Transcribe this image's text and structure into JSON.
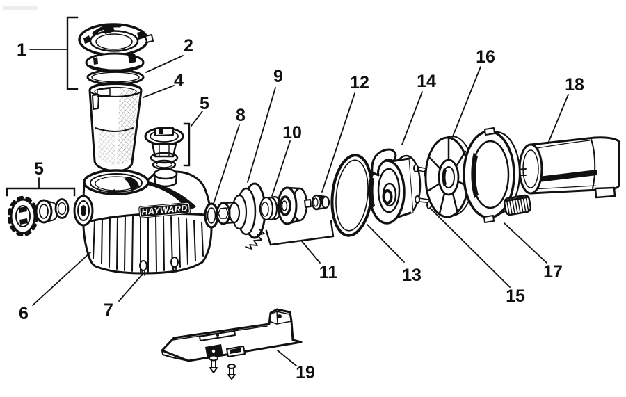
{
  "figure": {
    "type": "exploded-parts-diagram",
    "brand_label": "HAYWARD",
    "background_color": "#ffffff",
    "line_color": "#111111",
    "label_color": "#111111"
  },
  "callouts": [
    {
      "number": "1",
      "target": "strainer-cover-lock-ring-assembly"
    },
    {
      "number": "2",
      "target": "cover-o-ring"
    },
    {
      "number": "4",
      "target": "strainer-basket"
    },
    {
      "number": "5",
      "target": "drain-plug-assembly-upper"
    },
    {
      "number": "5",
      "target": "drain-plug-assembly-left"
    },
    {
      "number": "6",
      "target": "pump-housing"
    },
    {
      "number": "7",
      "target": "housing-drain-plug"
    },
    {
      "number": "8",
      "target": "shaft-o-ring"
    },
    {
      "number": "9",
      "target": "impeller"
    },
    {
      "number": "10",
      "target": "shaft-seal"
    },
    {
      "number": "11",
      "target": "seal-assembly"
    },
    {
      "number": "12",
      "target": "impeller-nut"
    },
    {
      "number": "13",
      "target": "housing-o-ring"
    },
    {
      "number": "14",
      "target": "diffuser"
    },
    {
      "number": "15",
      "target": "seal-plate-screws"
    },
    {
      "number": "16",
      "target": "seal-plate"
    },
    {
      "number": "17",
      "target": "motor-adapter"
    },
    {
      "number": "18",
      "target": "motor"
    },
    {
      "number": "19",
      "target": "mounting-base"
    }
  ]
}
